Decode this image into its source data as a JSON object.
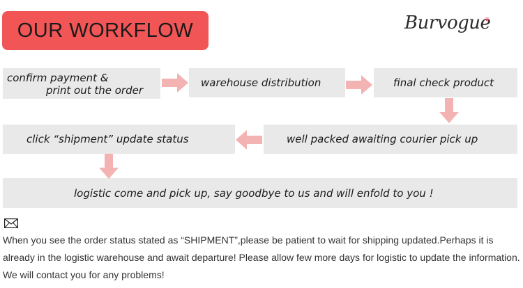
{
  "banner": {
    "title": "OUR WORKFLOW"
  },
  "brand": {
    "logo_text": "Burvogue",
    "heart_glyph": "❦"
  },
  "steps": [
    {
      "line1": "confirm payment &",
      "line2": "print out the order"
    },
    {
      "text": "warehouse distribution"
    },
    {
      "text": "final check product"
    },
    {
      "text": "well packed awaiting courier pick up"
    },
    {
      "text": "click “shipment” update status"
    },
    {
      "text": "logistic come and pick up,   say goodbye to us and will enfold to you !"
    }
  ],
  "colors": {
    "banner": "#f25555",
    "arrow": "#f4b3b3",
    "box": "#e9e9e9"
  },
  "note": {
    "icon": "envelope-icon",
    "lines": [
      "When you see the order status stated as “SHIPMENT”,please be patient to wait for shipping updated.Perhaps it is",
      "already in the logistic warehouse and await departure! Please allow few more days for logistic to update the information.",
      "We will contact you for any problems!"
    ]
  }
}
